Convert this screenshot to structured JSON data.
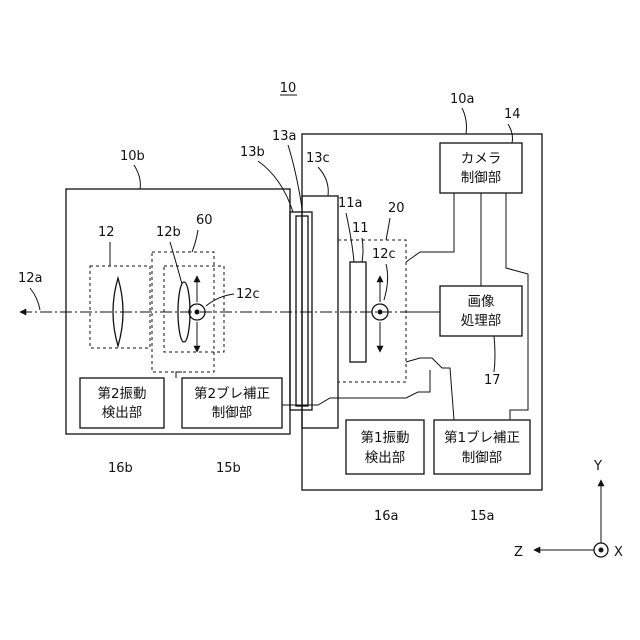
{
  "labels": {
    "system": "10",
    "camera_body": "10a",
    "lens_unit": "10b",
    "optical_axis": "12a",
    "lens_group": "12",
    "correction_lens": "12b",
    "lens_axis_mark": "12c",
    "sensor_axis_mark": "12c",
    "sensor": "11",
    "sensor_surface": "11a",
    "mount_a": "13a",
    "mount_b": "13b",
    "mount_c": "13c",
    "camera_controller": "14",
    "blur_ctrl_1": "15a",
    "blur_ctrl_2": "15b",
    "vib_det_1": "16a",
    "vib_det_2": "16b",
    "image_proc": "17",
    "sensor_unit": "20",
    "lens_shift_unit": "60"
  },
  "blocks": {
    "camera_controller": [
      "カメラ",
      "制御部"
    ],
    "image_processing": [
      "画像",
      "処理部"
    ],
    "vibration_detector_1": [
      "第1振動",
      "検出部"
    ],
    "blur_correction_1": [
      "第1ブレ補正",
      "制御部"
    ],
    "vibration_detector_2": [
      "第2振動",
      "検出部"
    ],
    "blur_correction_2": [
      "第2ブレ補正",
      "制御部"
    ]
  },
  "axes": {
    "y": "Y",
    "z": "Z",
    "x": "X"
  }
}
